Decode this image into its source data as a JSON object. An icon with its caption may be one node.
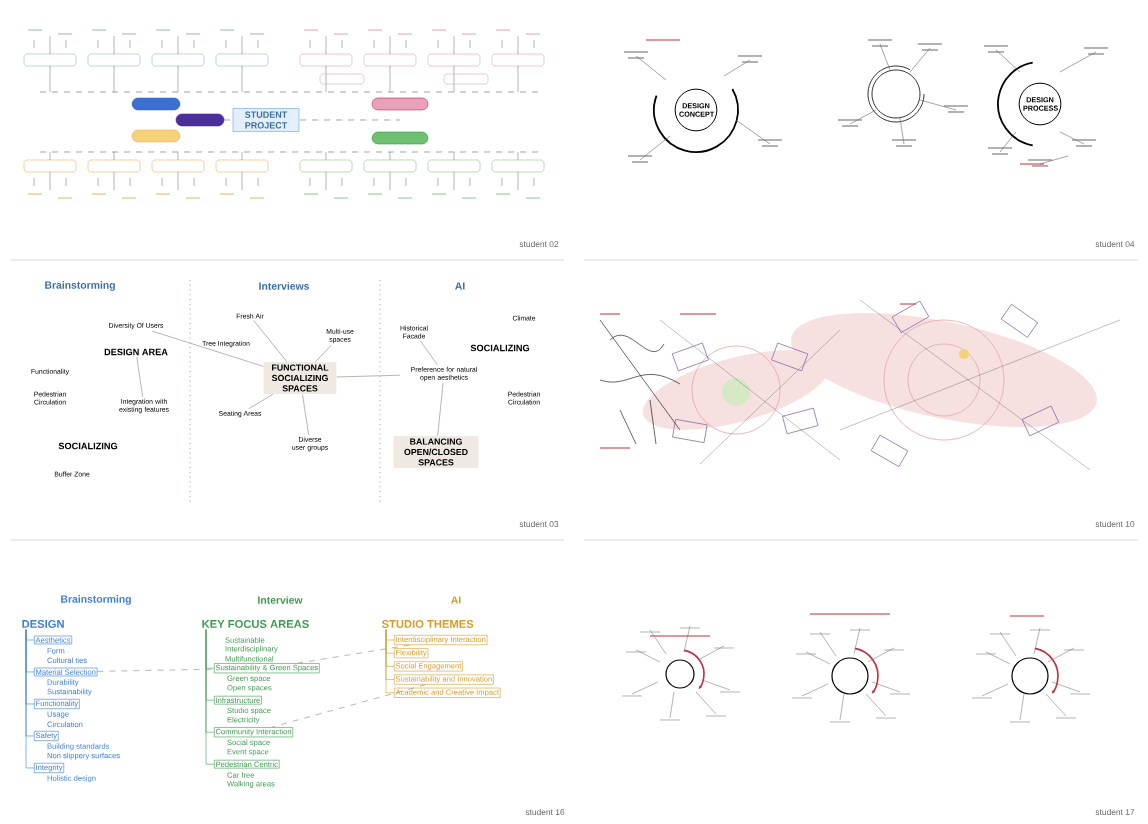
{
  "diagram": {
    "nodes": [
      {
        "text": [
          "STUDENT PROJECT"
        ]
      },
      {
        "text": [
          "DESIGN CONCEPT"
        ]
      },
      {
        "text": [
          "DESIGN PROCESS"
        ]
      },
      {
        "text": [
          "Diversity Of Users"
        ]
      },
      {
        "text": [
          "DESIGN AREA"
        ]
      },
      {
        "text": [
          "Functionality"
        ]
      },
      {
        "text": [
          "Pedestrian Circulation"
        ]
      },
      {
        "text": [
          "Integration with existing features"
        ]
      },
      {
        "text": [
          "SOCIALIZING"
        ]
      },
      {
        "text": [
          "Buffer Zone"
        ]
      },
      {
        "text": [
          "Fresh Air"
        ]
      },
      {
        "text": [
          "Tree Integration"
        ]
      },
      {
        "text": [
          "Seating Areas"
        ]
      },
      {
        "text": [
          "FUNCTIONAL SOCIALIZING SPACES"
        ]
      },
      {
        "text": [
          "Multi-use spaces"
        ]
      },
      {
        "text": [
          "Diverse user groups"
        ]
      },
      {
        "text": [
          "Historical Facade"
        ]
      },
      {
        "text": [
          "Climate"
        ]
      },
      {
        "text": [
          "SOCIALIZING"
        ]
      },
      {
        "text": [
          "Preference for natural open aesthetics"
        ]
      },
      {
        "text": [
          "Pedestrian Circulation"
        ]
      },
      {
        "text": [
          "BALANCING OPEN/CLOSED SPACES"
        ]
      },
      {
        "text": [
          "DESIGN"
        ]
      },
      {
        "text": [
          "Aesthetics"
        ],
        "beside": [
          "Form",
          "Cultural ties"
        ]
      },
      {
        "text": [
          "Material Selection"
        ],
        "beside": [
          "Durability",
          "Sustainability"
        ]
      },
      {
        "text": [
          "Functionality"
        ],
        "beside": [
          "Usage",
          "Circulation"
        ]
      },
      {
        "text": [
          "Safety"
        ],
        "beside": [
          "Building standards",
          "Non slippery surfaces"
        ]
      },
      {
        "text": [
          "Integrity"
        ],
        "beside": [
          "Holistic design"
        ]
      },
      {
        "text": [
          "Sustainability & Green Spaces"
        ],
        "beside": [
          "Green space",
          "Open spaces"
        ]
      },
      {
        "text": [
          "KEY FOCUS AREAS"
        ],
        "beside": [
          "Sustainable",
          "Interdisciplinary",
          "Multifunctional"
        ]
      },
      {
        "text": [
          "Infrastructure"
        ],
        "beside": [
          "Studio space",
          "Electricity"
        ]
      },
      {
        "text": [
          "Community Interaction"
        ],
        "beside": [
          "Social space",
          "Event space"
        ]
      },
      {
        "text": [
          "Pedestrian Centric"
        ],
        "beside": [
          "Car free",
          "Walking areas"
        ]
      },
      {
        "text": [
          "Interdisciplinary Interaction"
        ]
      },
      {
        "text": [
          "Flexibility"
        ]
      },
      {
        "text": [
          "STUDIO THEMES"
        ]
      },
      {
        "text": [
          "Social Engagement"
        ]
      },
      {
        "text": [
          "Sustainability and Innovation"
        ]
      },
      {
        "text": [
          "Academic and Creative Impact"
        ]
      }
    ],
    "edges": [
      {
        "from": 3,
        "to": 13,
        "arrow": "none"
      },
      {
        "from": 10,
        "to": 13,
        "arrow": "none"
      },
      {
        "from": 14,
        "to": 13,
        "arrow": "none"
      },
      {
        "from": 12,
        "to": 13,
        "arrow": "none"
      },
      {
        "from": 15,
        "to": 13,
        "arrow": "none"
      },
      {
        "from": 19,
        "to": 13,
        "arrow": "none"
      },
      {
        "from": 16,
        "to": 19,
        "arrow": "none"
      },
      {
        "from": 7,
        "to": 4,
        "arrow": "none"
      },
      {
        "from": 21,
        "to": 19,
        "arrow": "none"
      },
      {
        "from": 22,
        "to": 23,
        "arrow": "none",
        "color": "#3b7dd8"
      },
      {
        "from": 22,
        "to": 24,
        "arrow": "none",
        "color": "#3b7dd8"
      },
      {
        "from": 22,
        "to": 25,
        "arrow": "none",
        "color": "#3b7dd8"
      },
      {
        "from": 22,
        "to": 26,
        "arrow": "none",
        "color": "#3b7dd8"
      },
      {
        "from": 22,
        "to": 27,
        "arrow": "none",
        "color": "#3b7dd8"
      },
      {
        "from": 29,
        "to": 28,
        "arrow": "none",
        "color": "#3f9a50"
      },
      {
        "from": 29,
        "to": 30,
        "arrow": "none",
        "color": "#3f9a50"
      },
      {
        "from": 29,
        "to": 31,
        "arrow": "none",
        "color": "#3f9a50"
      },
      {
        "from": 29,
        "to": 32,
        "arrow": "none",
        "color": "#3f9a50"
      },
      {
        "from": 35,
        "to": 33,
        "arrow": "none",
        "color": "#d69a2a"
      },
      {
        "from": 35,
        "to": 34,
        "arrow": "none",
        "color": "#d69a2a"
      },
      {
        "from": 35,
        "to": 36,
        "arrow": "none",
        "color": "#d69a2a"
      },
      {
        "from": 35,
        "to": 37,
        "arrow": "none",
        "color": "#d69a2a"
      },
      {
        "from": 35,
        "to": 38,
        "arrow": "none",
        "color": "#d69a2a"
      },
      {
        "from": 24,
        "to": 28,
        "arrow": "none",
        "style": "dashed"
      },
      {
        "from": 33,
        "to": 28,
        "arrow": "none",
        "style": "dashed"
      },
      {
        "from": 37,
        "to": 31,
        "arrow": "none",
        "style": "dashed"
      }
    ],
    "labels": [
      "student 02",
      "student 04",
      "Brainstorming",
      "Interviews",
      "AI",
      "student 03",
      "student 10",
      "Brainstorming",
      "Interview",
      "AI",
      "student 16",
      "student 17"
    ]
  }
}
